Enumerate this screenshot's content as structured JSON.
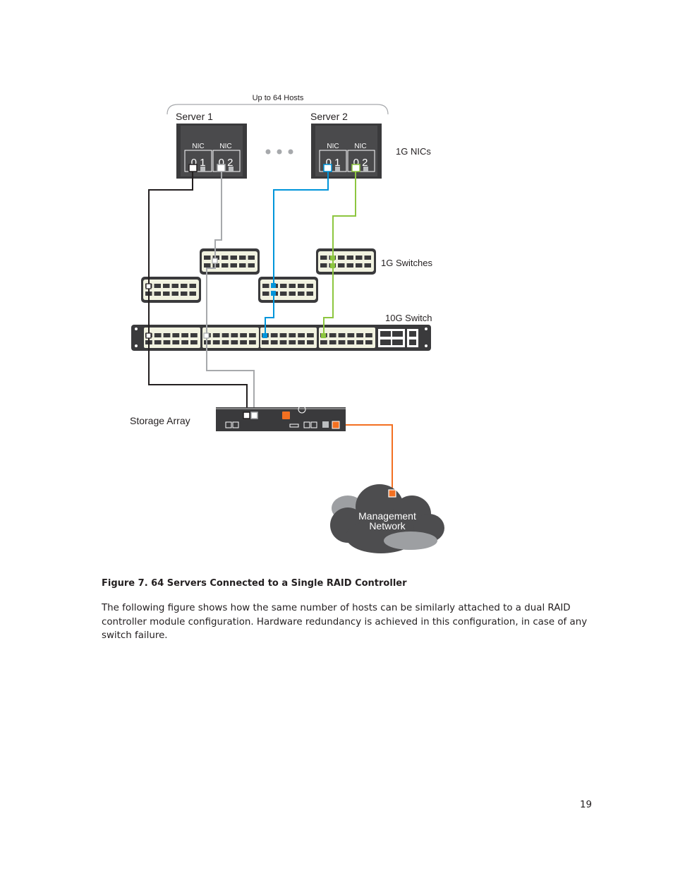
{
  "diagram": {
    "hosts_label": "Up to 64 Hosts",
    "server1_label": "Server 1",
    "server2_label": "Server 2",
    "nic_label": "NIC",
    "port1_label": "0 1",
    "port2_label": "0 2",
    "nics_label": "1G NICs",
    "switches_1g_label": "1G Switches",
    "switch_10g_label": "10G Switch",
    "storage_label": "Storage Array",
    "management_line1": "Management",
    "management_line2": "Network",
    "colors": {
      "cable_black": "#231f20",
      "cable_gray": "#a7a9ac",
      "cable_blue": "#0095da",
      "cable_green": "#8dc63f",
      "cable_orange": "#f37021",
      "device_dark": "#3a3a3c",
      "cloud_dark": "#4d4d4f",
      "cloud_light": "#9d9fa2"
    }
  },
  "caption": "Figure 7. 64 Servers Connected to a Single RAID Controller",
  "paragraph": "The following figure shows how the same number of hosts can be similarly attached to a dual RAID controller module configuration. Hardware redundancy is achieved in this configuration, in case of any switch failure.",
  "page_number": "19"
}
